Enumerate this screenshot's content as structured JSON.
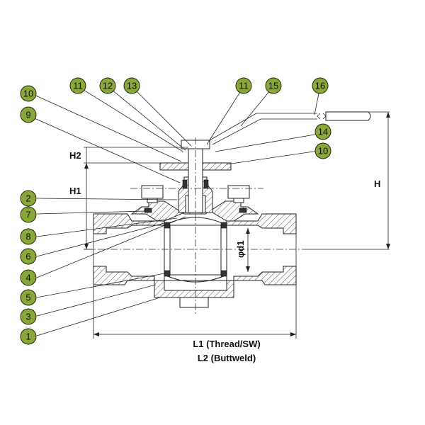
{
  "callouts": [
    "10",
    "11",
    "12",
    "13",
    "11",
    "15",
    "16",
    "9",
    "14",
    "10",
    "2",
    "7",
    "8",
    "6",
    "4",
    "5",
    "3",
    "1"
  ],
  "dimensions": {
    "h2": "H2",
    "h1": "H1",
    "h": "H",
    "d1": "φd1"
  },
  "captions": {
    "l1": "L1 (Thread/SW)",
    "l2": "L2 (Buttweld)"
  },
  "colors": {
    "callout_fill": "#8aa83a",
    "line": "#222222"
  }
}
